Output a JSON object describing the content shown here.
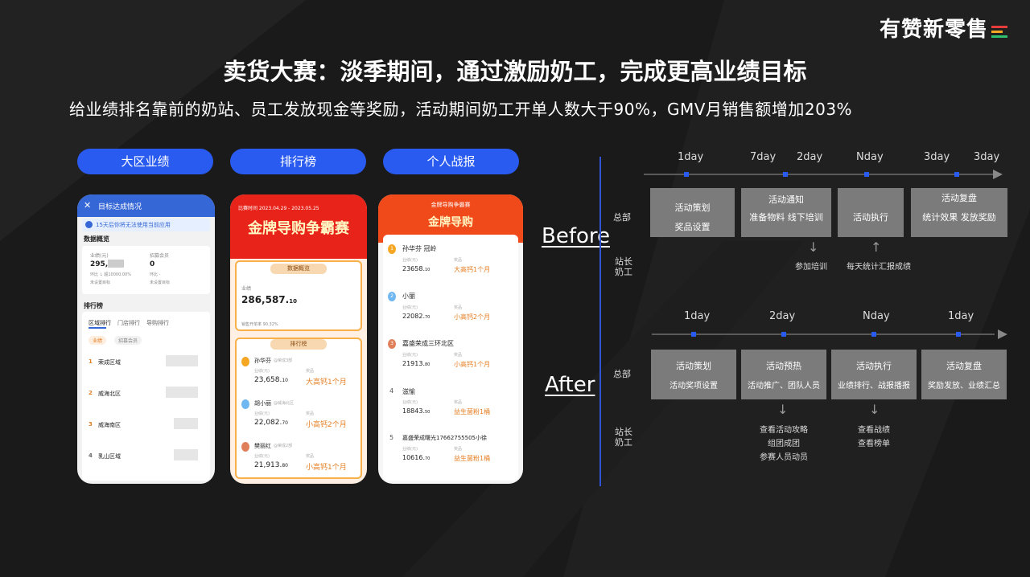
{
  "brand": {
    "name": "有赞新零售",
    "bar_colors": [
      "#e63c3c",
      "#f5a623",
      "#2fbf71"
    ]
  },
  "title": "卖货大赛：淡季期间，通过激励奶工，完成更高业绩目标",
  "subtitle": "给业绩排名靠前的奶站、员工发放现金等奖励，活动期间奶工开单人数大于90%，GMV月销售额增加203%",
  "pills": [
    "大区业绩",
    "排行榜",
    "个人战报"
  ],
  "phone1": {
    "header": "目标达成情况",
    "notice": "15天后你将无法使用当前应用",
    "overview": "数据概览",
    "metric1_label": "业绩(元)",
    "metric1_value": "295,",
    "metric2_label": "招募会员",
    "metric2_value": "0",
    "ring1": "环比 ↓ 超10000.00%",
    "ring2": "环比 -",
    "unset1": "未设置目标",
    "unset2": "未设置目标",
    "ranking": "排行榜",
    "tabs": [
      "区域排行",
      "门店排行",
      "导购排行"
    ],
    "chips": [
      "业绩",
      "招募会员"
    ],
    "rows": [
      {
        "rank": "1",
        "name": "荣成区域"
      },
      {
        "rank": "2",
        "name": "威海北区"
      },
      {
        "rank": "3",
        "name": "威海南区"
      },
      {
        "rank": "4",
        "name": "乳山区域"
      }
    ]
  },
  "phone2": {
    "period": "比赛时间 2023.04.29 - 2023.05.25",
    "banner": "金牌导购争霸赛",
    "overview": "数据概览",
    "gmv_label": "业绩",
    "gmv_value": "286,587.",
    "gmv_dec": "10",
    "participation": "销售开单率 90.32%",
    "ranking": "排行榜",
    "rows": [
      {
        "name": "孙华芬",
        "tag": "@荣成3部",
        "value": "23,658.",
        "dec": "10",
        "prize_label": "奖品",
        "prize": "大高钙1个月"
      },
      {
        "name": "胡小丽",
        "tag": "@威海北区",
        "value": "22,082.",
        "dec": "70",
        "prize_label": "奖品",
        "prize": "小高钙2个月"
      },
      {
        "name": "樊丽红",
        "tag": "@荣成2部",
        "value": "21,913.",
        "dec": "80",
        "prize_label": "奖品",
        "prize": "小高钙1个月"
      }
    ],
    "perf_label": "业绩(元)"
  },
  "phone3": {
    "header_small": "金牌导购争霸赛",
    "header": "金牌导购",
    "perf_label": "业绩(元)",
    "prize_label": "奖品",
    "rows": [
      {
        "rank": "1",
        "name": "孙华芬 冠岭",
        "value": "23658.",
        "dec": "10",
        "prize": "大高钙1个月"
      },
      {
        "rank": "2",
        "name": "小丽",
        "value": "22082.",
        "dec": "70",
        "prize": "小高钙2个月"
      },
      {
        "rank": "3",
        "name": "嘉盛荣成三环北区",
        "value": "21913.",
        "dec": "80",
        "prize": "小高钙1个月"
      },
      {
        "rank": "4",
        "name": "滋愉",
        "value": "18843.",
        "dec": "50",
        "prize": "益生菌粉1桶"
      },
      {
        "rank": "5",
        "name": "嘉盛荣成曙光17662755505小徐",
        "value": "10616.",
        "dec": "70",
        "prize": "益生菌粉1桶"
      }
    ]
  },
  "before": {
    "label": "Before",
    "days": [
      "1day",
      "7day",
      "2day",
      "Nday",
      "3day",
      "3day"
    ],
    "row_hq": "总部",
    "row_staff": [
      "站长",
      "奶工"
    ],
    "boxes": [
      {
        "l1": "活动策划",
        "l2": "奖品设置"
      },
      {
        "l1": "活动通知",
        "l2": "准备物料    线下培训"
      },
      {
        "l1": "活动执行",
        "l2": ""
      },
      {
        "l1": "活动复盘",
        "l2": "统计效果    发放奖励"
      }
    ],
    "notes": [
      "参加培训",
      "每天统计汇报成绩"
    ]
  },
  "after": {
    "label": "After",
    "days": [
      "1day",
      "2day",
      "Nday",
      "1day"
    ],
    "row_hq": "总部",
    "row_staff": [
      "站长",
      "奶工"
    ],
    "boxes": [
      {
        "l1": "活动策划",
        "l2": "活动奖项设置"
      },
      {
        "l1": "活动预热",
        "l2": "活动推广、团队人员"
      },
      {
        "l1": "活动执行",
        "l2": "业绩排行、战报播报"
      },
      {
        "l1": "活动复盘",
        "l2": "奖励发放、业绩汇总"
      }
    ],
    "notes1": [
      "查看活动攻略",
      "组团成团",
      "参赛人员动员"
    ],
    "notes2": [
      "查看战绩",
      "查看榜单"
    ]
  }
}
